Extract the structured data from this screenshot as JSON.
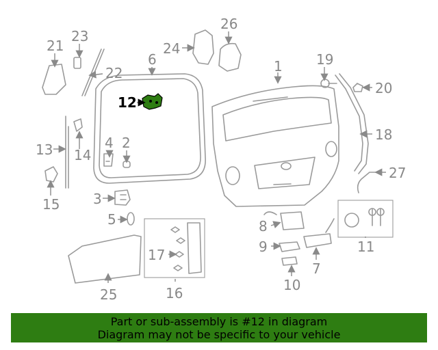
{
  "labels": {
    "p1": "1",
    "p2": "2",
    "p3": "3",
    "p4": "4",
    "p5": "5",
    "p6": "6",
    "p7": "7",
    "p8": "8",
    "p9": "9",
    "p10": "10",
    "p11": "11",
    "p12": "12",
    "p13": "13",
    "p14": "14",
    "p15": "15",
    "p16": "16",
    "p17": "17",
    "p18": "18",
    "p19": "19",
    "p20": "20",
    "p21": "21",
    "p22": "22",
    "p23": "23",
    "p24": "24",
    "p25": "25",
    "p26": "26",
    "p27": "27"
  },
  "highlight_color": "#2e7d12",
  "banner": {
    "line1": "Part or sub-assembly is #12 in diagram",
    "line2": "Diagram may not be specific to your vehicle"
  }
}
